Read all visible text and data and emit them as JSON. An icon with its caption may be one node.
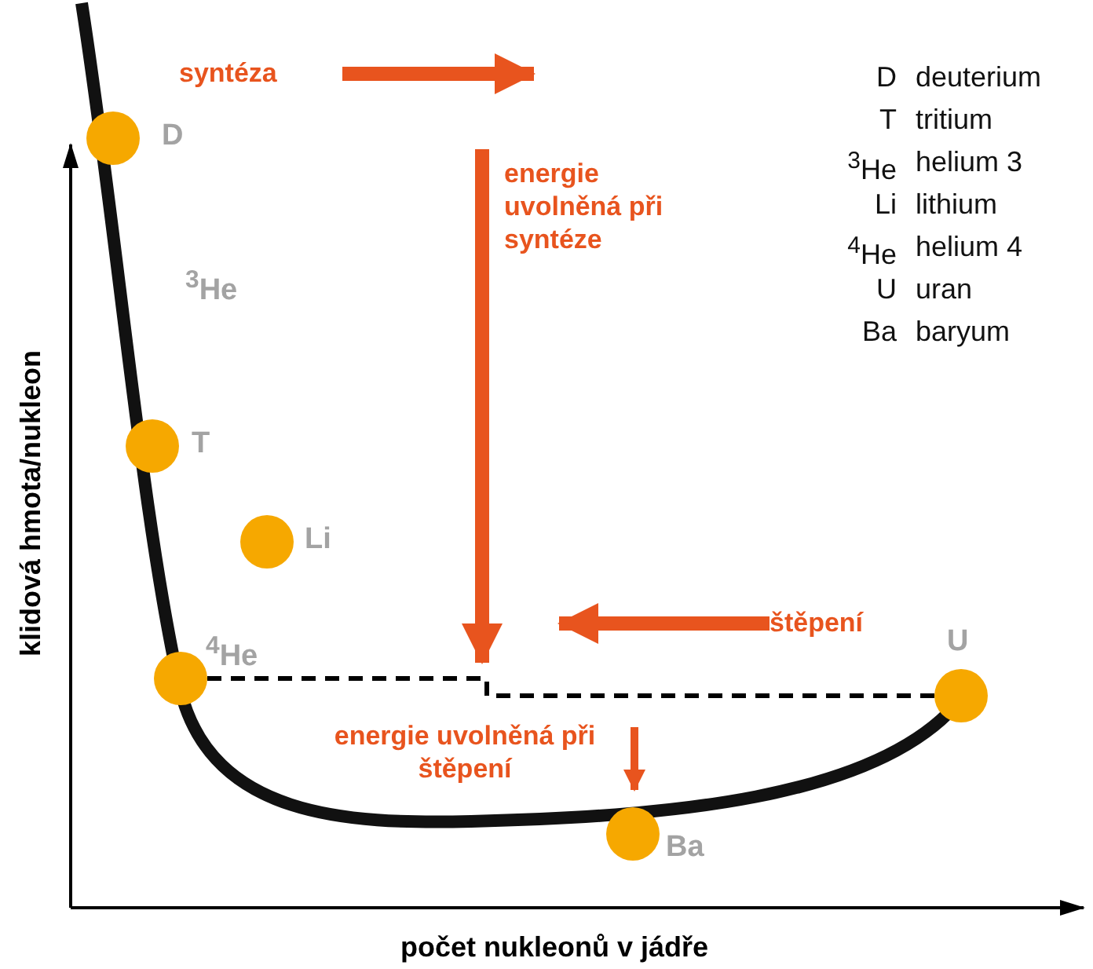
{
  "diagram": {
    "nodes": [
      {
        "text": [
          "D"
        ]
      },
      {
        "text": [
          "T"
        ]
      },
      {
        "text": [
          "Li"
        ]
      },
      {
        "text": [
          "$^{4}$He"
        ]
      },
      {
        "text": [
          "U"
        ]
      },
      {
        "text": [
          "Ba"
        ]
      }
    ],
    "edges": [
      {
        "from": 3,
        "to": 4,
        "arrow": "none",
        "style": "dashed"
      }
    ],
    "labels": [
      "syntéza",
      "D",
      "deuterium",
      "T",
      "tritium",
      "$^{3}$He",
      "helium 3",
      "Li",
      "lithium",
      "$^{4}$He",
      "helium 4",
      "U",
      "uran",
      "Ba",
      "baryum",
      "energie uvolněná při syntéze",
      "$^{3}$He",
      "štěpení",
      "energie uvolněná při štěpení",
      "klidová hmota/nukleon",
      "počet nukleonů v jádře"
    ]
  }
}
